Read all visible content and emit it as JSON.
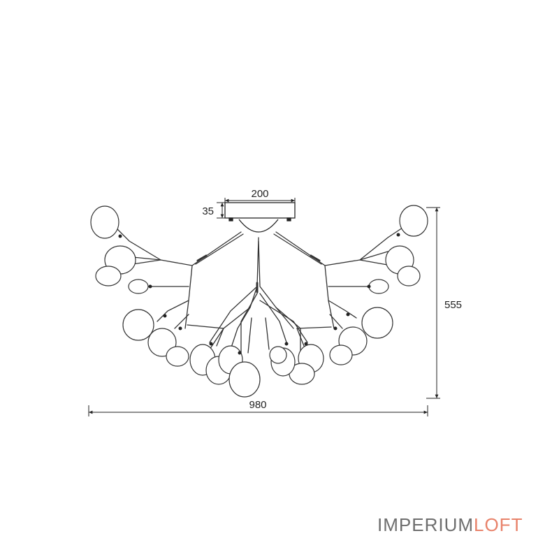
{
  "dimensions": {
    "width_total": "980",
    "height_total": "555",
    "canopy_width": "200",
    "canopy_height": "35"
  },
  "brand": {
    "part1": "IMPERIUM",
    "part2": "LOFT",
    "color_part1": "#6e6e6e",
    "color_part2": "#e8826a"
  }
}
